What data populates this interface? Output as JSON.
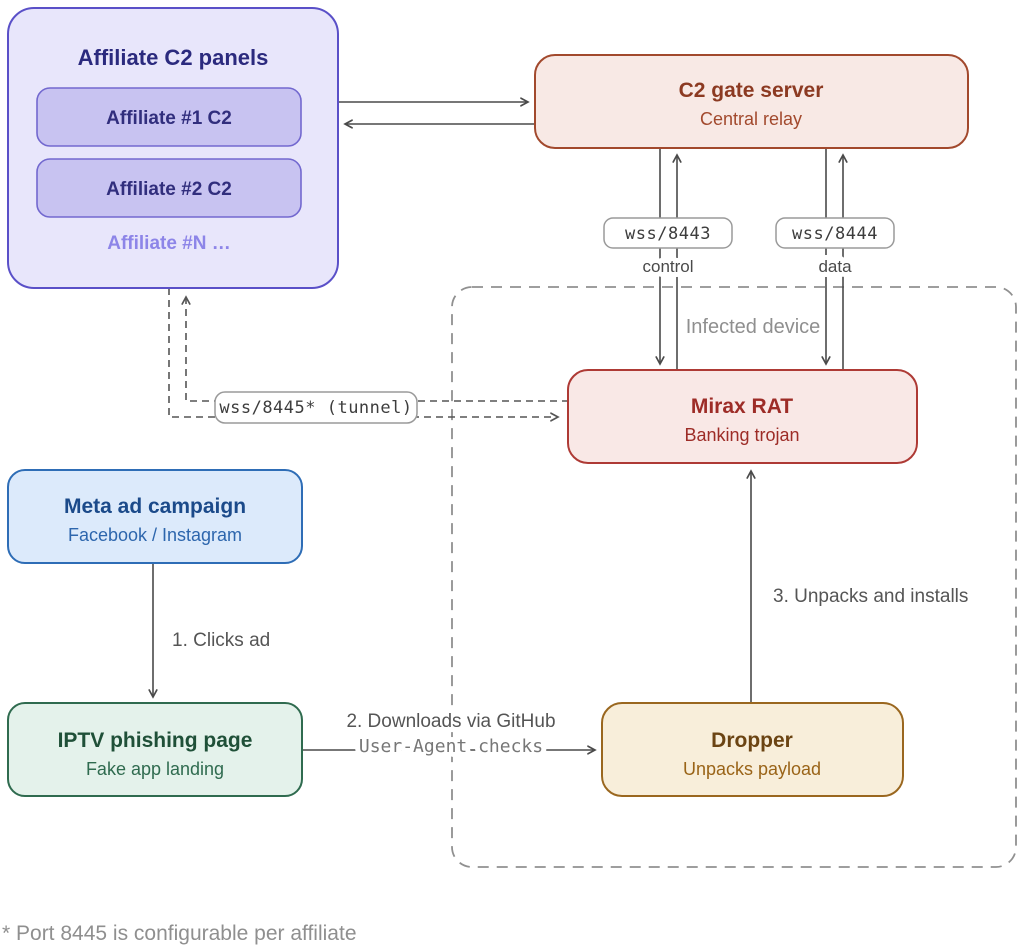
{
  "nodes": {
    "affiliate_panels": {
      "title": "Affiliate C2 panels",
      "item1": "Affiliate #1 C2",
      "item2": "Affiliate #2 C2",
      "more_label": "Affiliate #N …"
    },
    "c2_gate": {
      "title": "C2 gate server",
      "subtitle": "Central relay"
    },
    "mirax": {
      "title": "Mirax RAT",
      "subtitle": "Banking trojan"
    },
    "meta_ad": {
      "title": "Meta ad campaign",
      "subtitle": "Facebook / Instagram"
    },
    "iptv": {
      "title": "IPTV phishing page",
      "subtitle": "Fake app landing"
    },
    "dropper": {
      "title": "Dropper",
      "subtitle": "Unpacks payload"
    }
  },
  "container": {
    "label": "Infected device"
  },
  "edges": {
    "control_port": "wss/8443",
    "control_label": "control",
    "data_port": "wss/8444",
    "data_label": "data",
    "tunnel_port": "wss/8445* (tunnel)",
    "step1": "1. Clicks ad",
    "step2": "2. Downloads via GitHub",
    "step2_sub": "User-Agent checks",
    "step3": "3. Unpacks and installs"
  },
  "footnote": "* Port 8445 is configurable per affiliate",
  "colors": {
    "purple_fill": "#e8e6fb",
    "purple_border": "#5a50c8",
    "purple_text": "#2b2a7e",
    "purple_inner_fill": "#c8c3f1",
    "purple_inner_border": "#7268cf",
    "purple_faded": "#8d85e8",
    "red_fill": "#f8e9e5",
    "c2_border": "#a2492d",
    "c2_text": "#8c3a22",
    "mirax_border": "#ae3a35",
    "mirax_text": "#9d2c27",
    "blue_fill": "#dceafb",
    "blue_border": "#2e6db6",
    "blue_text": "#1b4a8a",
    "green_fill": "#e4f2eb",
    "green_border": "#2f6b4f",
    "green_text": "#1f5038",
    "tan_fill": "#f8eeda",
    "tan_border": "#9a671f",
    "tan_text": "#6b4413",
    "line_gray": "#4a4a4a",
    "dashed_gray": "#8f8f8f"
  }
}
